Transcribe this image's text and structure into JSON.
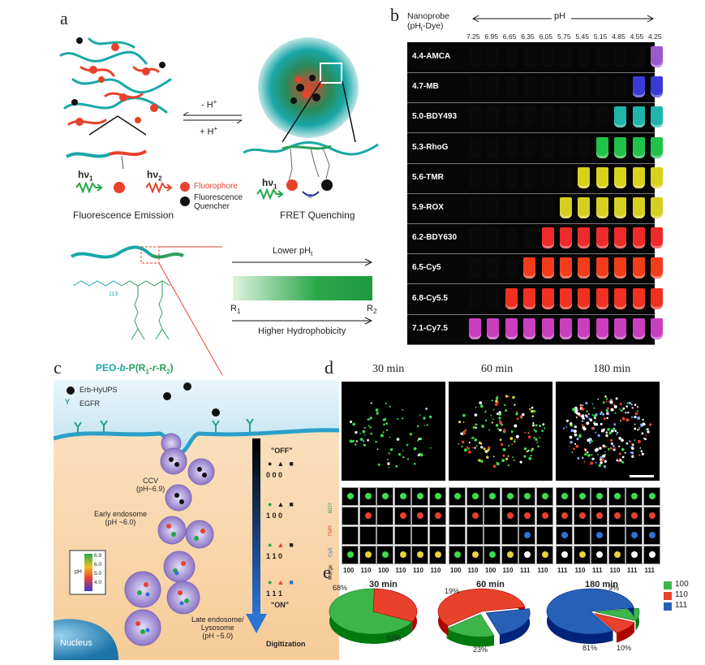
{
  "panel_a": {
    "letter": "a",
    "minus_h": "- H",
    "plus_h": "+ H",
    "plus_sup": "+",
    "hv1": "hν",
    "hv1_sub": "1",
    "hv2": "hν",
    "hv2_sub": "2",
    "fluorophore": "Fluorophore",
    "quencher_line1": "Fluorescence",
    "quencher_line2": "Quencher",
    "fluorescence_emission": "Fluorescence Emission",
    "fret_quenching": "FRET Quenching",
    "electron": "e",
    "lower_pht": "Lower pH",
    "lower_pht_sub": "t",
    "r1": "R",
    "r1_sub": "1",
    "r2": "R",
    "r2_sub": "2",
    "higher_hydrophobicity": "Higher Hydrophobicity",
    "polymer_name_part1": "PEO-",
    "polymer_name_part2": "b",
    "polymer_name_part3": "-P(R",
    "polymer_name_sub1": "1",
    "polymer_name_part4": "-",
    "polymer_name_part5": "r",
    "polymer_name_part6": "-R",
    "polymer_name_sub2": "2",
    "polymer_name_part7": ")",
    "n113": "113"
  },
  "panel_b": {
    "letter": "b",
    "header_left_line1": "Nanoprobe",
    "header_left_line2": "(pH",
    "header_left_sub": "t",
    "header_left_line2b": "-Dye)",
    "ph_label": "pH",
    "ph_values": [
      "7.25",
      "6.95",
      "6.65",
      "6.35",
      "6.05",
      "5.75",
      "5.45",
      "5.15",
      "4.85",
      "4.55",
      "4.25"
    ],
    "probes": [
      {
        "label": "4.4-AMCA",
        "color": "#9b59d0",
        "lit": 1
      },
      {
        "label": "4.7-MB",
        "color": "#3a3ad8",
        "lit": 2
      },
      {
        "label": "5.0-BDY493",
        "color": "#1fb5a8",
        "lit": 3
      },
      {
        "label": "5.3-RhoG",
        "color": "#21c24a",
        "lit": 4
      },
      {
        "label": "5.6-TMR",
        "color": "#d9d21c",
        "lit": 5
      },
      {
        "label": "5.9-ROX",
        "color": "#d6cf22",
        "lit": 6
      },
      {
        "label": "6.2-BDY630",
        "color": "#ee2a2a",
        "lit": 7
      },
      {
        "label": "6.5-Cy5",
        "color": "#f23c1a",
        "lit": 8
      },
      {
        "label": "6.8-Cy5.5",
        "color": "#f03020",
        "lit": 9
      },
      {
        "label": "7.1-Cy7.5",
        "color": "#c93fbf",
        "lit": 11
      }
    ]
  },
  "panel_c": {
    "letter": "c",
    "legend_erb": "Erb-HyUPS",
    "legend_egfr": "EGFR",
    "ccv_line1": "CCV",
    "ccv_line2": "(pH~6.9)",
    "early_line1": "Early endosome",
    "early_line2": "(pH ~6.0)",
    "late_line1": "Late endosome/",
    "late_line2": "Lysosome",
    "late_line3": "(pH ~5.0)",
    "nucleus": "Nucleus",
    "ph_scale_title": "pH",
    "ph_scale_ticks": [
      "6.9",
      "6.0",
      "5.0",
      "4.0"
    ],
    "off": "\"OFF\"",
    "on": "\"ON\"",
    "codes": [
      "0  0  0",
      "1  0  0",
      "1  1  0",
      "1  1  1"
    ],
    "digitization": "Digitization"
  },
  "panel_d": {
    "letter": "d",
    "times": [
      "30 min",
      "60 min",
      "180 min"
    ],
    "row_labels": [
      "BDY",
      "TMR",
      "Cy5",
      "Merge"
    ],
    "codes_30": [
      "100",
      "110",
      "100",
      "110",
      "110",
      "110"
    ],
    "codes_60": [
      "100",
      "110",
      "100",
      "110",
      "111",
      "110"
    ],
    "codes_180": [
      "111",
      "110",
      "111",
      "110",
      "111",
      "111"
    ]
  },
  "panel_e": {
    "letter": "e",
    "legend": [
      {
        "label": "100",
        "color": "#3cb54a"
      },
      {
        "label": "110",
        "color": "#e8412c"
      },
      {
        "label": "111",
        "color": "#2760b7"
      }
    ],
    "chart_data": [
      {
        "type": "pie",
        "title": "30 min",
        "categories": [
          "100",
          "110",
          "111"
        ],
        "values": [
          68,
          32,
          0
        ],
        "labels": [
          "68%",
          "32%"
        ]
      },
      {
        "type": "pie",
        "title": "60 min",
        "categories": [
          "100",
          "110",
          "111"
        ],
        "values": [
          19,
          58,
          23
        ],
        "labels": [
          "19%",
          "58%",
          "23%"
        ]
      },
      {
        "type": "pie",
        "title": "180 min",
        "categories": [
          "100",
          "110",
          "111"
        ],
        "values": [
          9,
          10,
          81
        ],
        "labels": [
          "9%",
          "10%",
          "81%"
        ]
      }
    ]
  }
}
